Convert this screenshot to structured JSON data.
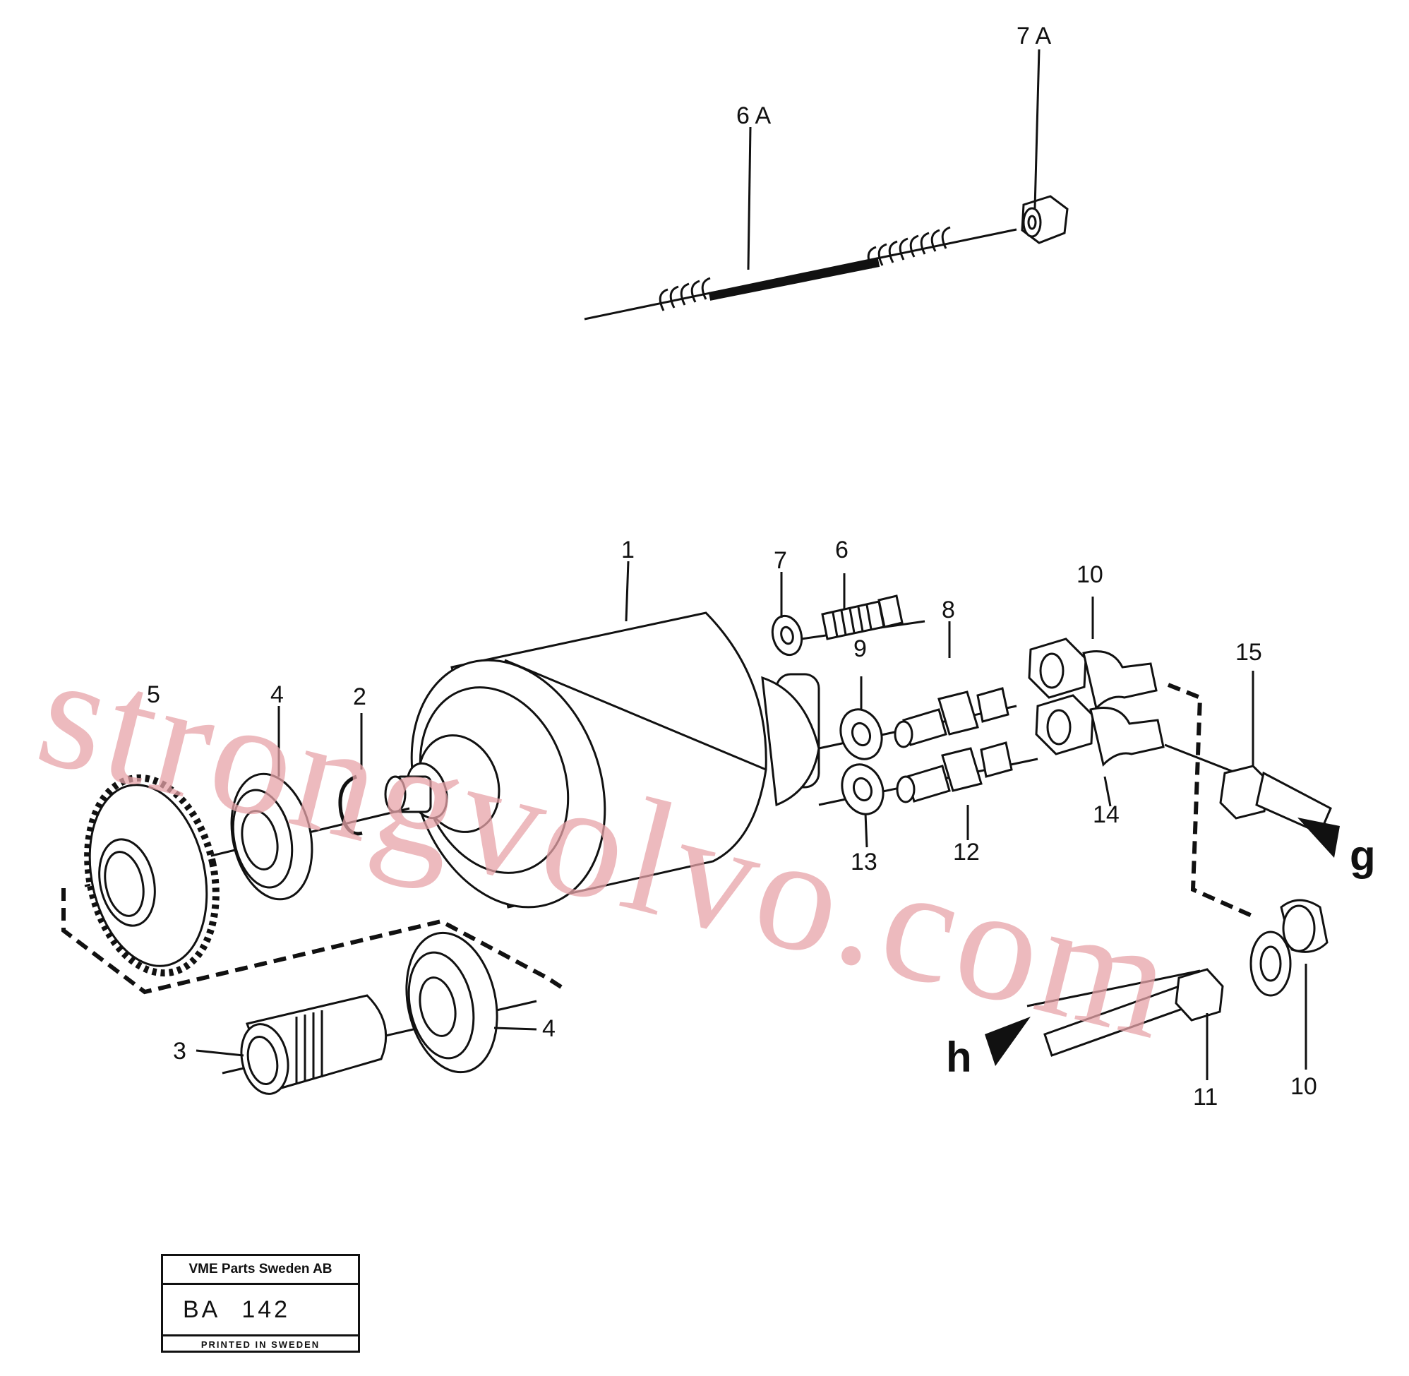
{
  "diagram": {
    "labels": {
      "l1": "1",
      "l2": "2",
      "l3": "3",
      "l4a": "4",
      "l4b": "4",
      "l5": "5",
      "l6": "6",
      "l6a": "6 A",
      "l7": "7",
      "l7a": "7 A",
      "l8": "8",
      "l9": "9",
      "l10a": "10",
      "l10b": "10",
      "l11": "11",
      "l12": "12",
      "l13": "13",
      "l14": "14",
      "l15": "15",
      "g": "g",
      "h": "h"
    },
    "watermark": "strongvolvo.com"
  },
  "titlebox": {
    "company": "VME Parts Sweden AB",
    "code_prefix": "BA",
    "code_number": "142",
    "printed": "PRINTED IN SWEDEN"
  }
}
